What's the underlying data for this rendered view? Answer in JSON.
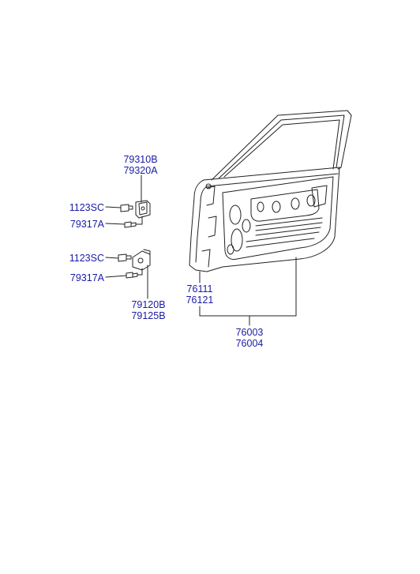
{
  "diagram": {
    "label_color": "#1a1aa6",
    "line_color": "#222222",
    "callouts": {
      "upper_hinge": {
        "line1": "79310B",
        "line2": "79320A"
      },
      "upper_bolt": "1123SC",
      "upper_screw": "79317A",
      "lower_bolt": "1123SC",
      "lower_screw": "79317A",
      "lower_hinge": {
        "line1": "79120B",
        "line2": "79125B"
      },
      "door_panel": {
        "line1": "76111",
        "line2": "76121"
      },
      "door_assembly": {
        "line1": "76003",
        "line2": "76004"
      }
    }
  }
}
